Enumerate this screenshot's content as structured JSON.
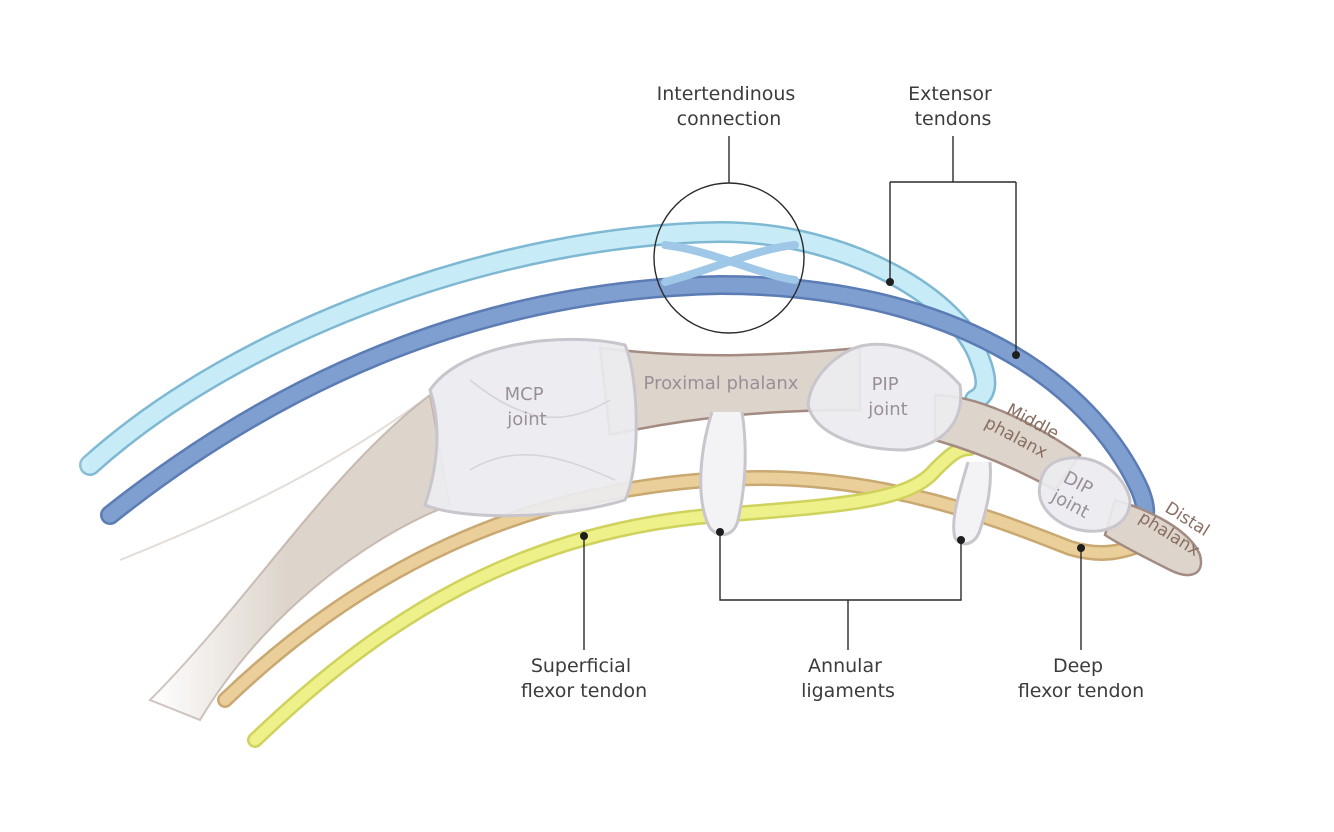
{
  "labels": {
    "intertendinous": [
      "Intertendinous",
      "connection"
    ],
    "extensor": [
      "Extensor",
      "tendons"
    ],
    "superficial": [
      "Superficial",
      "flexor tendon"
    ],
    "annular": [
      "Annular",
      "ligaments"
    ],
    "deep": [
      "Deep",
      "flexor tendon"
    ]
  },
  "structures": {
    "mcp": [
      "MCP",
      "joint"
    ],
    "proximal": "Proximal phalanx",
    "pip": [
      "PIP",
      "joint"
    ],
    "middle": [
      "Middle",
      "phalanx"
    ],
    "dip": [
      "DIP",
      "joint"
    ],
    "distal": [
      "Distal",
      "phalanx"
    ]
  },
  "colors": {
    "extensor_light": "#c7ecf7",
    "extensor_dark": "#7f9fd0",
    "superficial_flexor": "#eef08a",
    "deep_flexor": "#ebcf9a",
    "bone": "#ddd5cc",
    "bone_outline": "#a38b82",
    "joint_capsule": "#ececf0"
  }
}
